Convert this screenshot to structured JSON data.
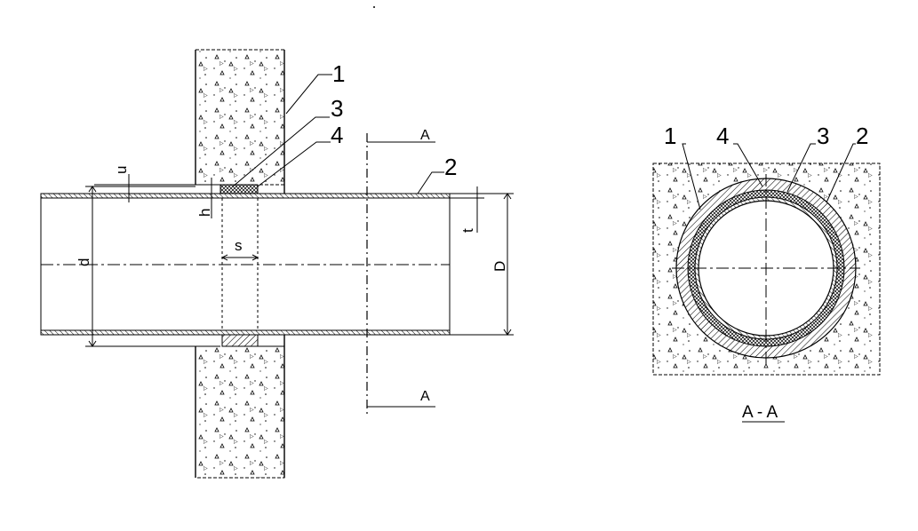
{
  "labels": {
    "wall": "1",
    "pipe": "2",
    "sleeve": "3",
    "sealant": "4",
    "section_marker_top": "A",
    "section_marker_bottom": "A",
    "section_title": "A - A"
  },
  "dimensions": {
    "u": "u",
    "h": "h",
    "s": "s",
    "d": "d",
    "D": "D",
    "t": "t"
  }
}
